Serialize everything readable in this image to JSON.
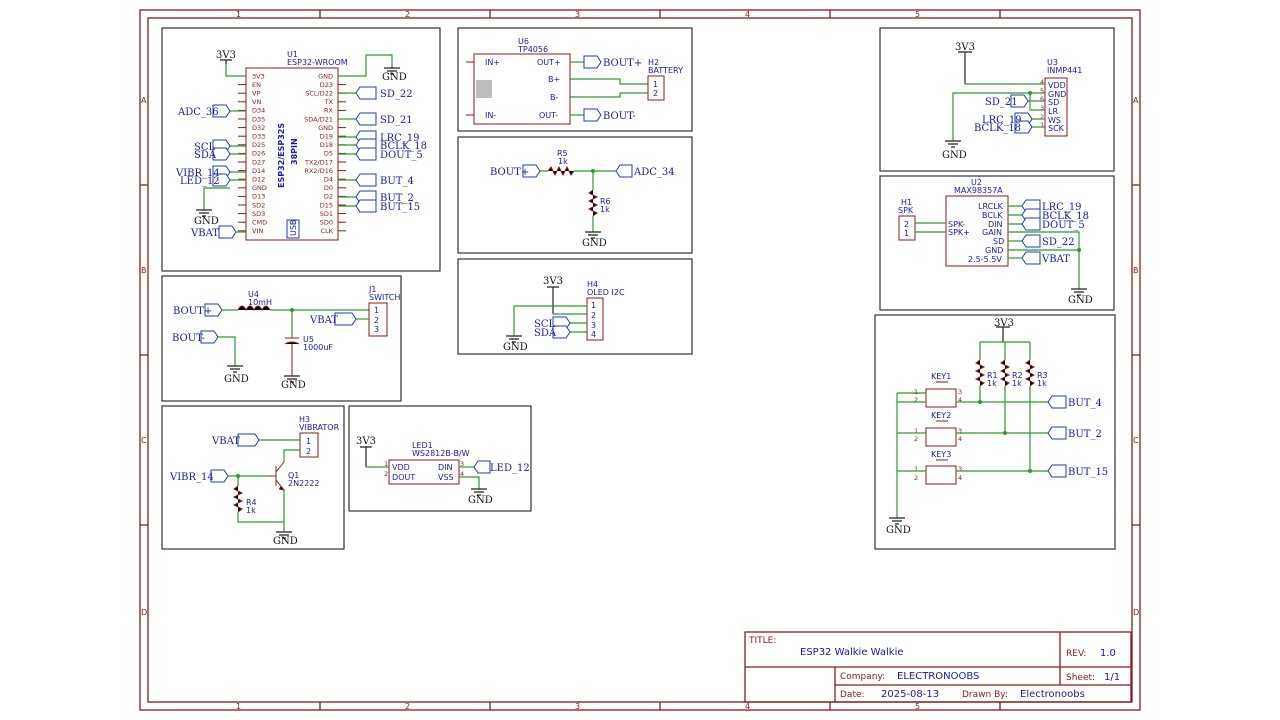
{
  "grid": {
    "columns": [
      "1",
      "2",
      "3",
      "4",
      "5"
    ],
    "rows": [
      "A",
      "B",
      "C",
      "D"
    ]
  },
  "title_block": {
    "title_label": "TITLE:",
    "title": "ESP32 Walkie Walkie",
    "rev_label": "REV:",
    "rev": "1.0",
    "company_label": "Company:",
    "company": "ELECTRONOOBS",
    "sheet_label": "Sheet:",
    "sheet": "1/1",
    "date_label": "Date:",
    "date": "2025-08-13",
    "drawn_label": "Drawn By:",
    "drawn_by": "Electronoobs"
  },
  "u1": {
    "ref": "U1",
    "value": "ESP32-WROOM",
    "body_text_1": "ESP32/ESP32S",
    "body_text_2": "38PIN",
    "usb": "USB",
    "left_pins": [
      "3V3",
      "EN",
      "VP",
      "VN",
      "D34",
      "D35",
      "D32",
      "D33",
      "D25",
      "D26",
      "D27",
      "D14",
      "D12",
      "GND",
      "D13",
      "SD2",
      "SD3",
      "CMD",
      "VIN"
    ],
    "right_pins": [
      "GND",
      "D23",
      "SCL/D22",
      "TX",
      "RX",
      "SDA/D21",
      "GND",
      "D19",
      "D18",
      "D5",
      "TX2/D17",
      "RX2/D16",
      "D4",
      "D0",
      "D2",
      "D15",
      "SD1",
      "SD0",
      "CLK"
    ],
    "power": "3V3",
    "gnd": "GND",
    "nets_left": [
      "ADC_36",
      "SCL",
      "SDA",
      "VIBR_14",
      "LED_12",
      "VBAT"
    ],
    "gnd2": "GND",
    "nets_right": [
      "SD_22",
      "SD_21",
      "LRC_19",
      "BCLK_18",
      "DOUT_5",
      "BUT_4",
      "BUT_2",
      "BUT_15"
    ]
  },
  "u6": {
    "ref": "U6",
    "value": "TP4056",
    "pins": [
      "IN+",
      "IN-",
      "OUT+",
      "B+",
      "B-",
      "OUT-"
    ],
    "net_boutp": "BOUT+",
    "net_boutm": "BOUT-",
    "bat_ref": "H2",
    "bat_value": "BATTERY",
    "bat_pins": [
      "1",
      "2"
    ]
  },
  "divider": {
    "net_in": "BOUT+",
    "net_out": "ADC_34",
    "r5": "R5",
    "r5v": "1k",
    "r6": "R6",
    "r6v": "1k",
    "gnd": "GND"
  },
  "oled": {
    "ref": "H4",
    "value": "OLED I2C",
    "pins": [
      "1",
      "2",
      "3",
      "4"
    ],
    "power": "3V3",
    "gnd": "GND",
    "nets": [
      "SCL",
      "SDA"
    ]
  },
  "power": {
    "net_boutp": "BOUT+",
    "net_boutm": "BOUT-",
    "l_ref": "U4",
    "l_val": "10mH",
    "c_ref": "U5",
    "c_val": "1000uF",
    "sw_ref": "J1",
    "sw_val": "SWITCH",
    "sw_pins": [
      "1",
      "2",
      "3"
    ],
    "net_vbat": "VBAT",
    "gnd1": "GND",
    "gnd2": "GND"
  },
  "vib": {
    "ref": "H3",
    "value": "VIBRATOR",
    "pins": [
      "1",
      "2"
    ],
    "net_vbat": "VBAT",
    "net_in": "VIBR_14",
    "q_ref": "Q1",
    "q_val": "2N2222",
    "r_ref": "R4",
    "r_val": "1k",
    "gnd": "GND"
  },
  "led": {
    "ref": "LED1",
    "value": "WS2812B-B/W",
    "pins": [
      "VDD",
      "DOUT",
      "DIN",
      "VSS"
    ],
    "pin_nums": [
      "1",
      "2",
      "3",
      "4"
    ],
    "power": "3V3",
    "net_in": "LED_12",
    "gnd": "GND"
  },
  "mic": {
    "ref": "U3",
    "value": "INMP441",
    "pins": [
      "VDD",
      "GND",
      "SD",
      "LR",
      "WS",
      "SCK"
    ],
    "pin_nums": [
      "4",
      "5",
      "6",
      "3",
      "2",
      "1"
    ],
    "power": "3V3",
    "gnd": "GND",
    "nets": [
      "SD_21",
      "LRC_19",
      "BCLK_18"
    ]
  },
  "amp": {
    "ref": "U2",
    "value": "MAX98357A",
    "pins": [
      "LRCLK",
      "BCLK",
      "DIN",
      "GAIN",
      "SD",
      "GND",
      "2.5-5.5V"
    ],
    "spk_ref": "H1",
    "spk_val": "SPK",
    "spk_pins": [
      "SPK-",
      "SPK+"
    ],
    "spk_nums": [
      "2",
      "1"
    ],
    "nets": [
      "LRC_19",
      "BCLK_18",
      "DOUT_5",
      "SD_22",
      "VBAT"
    ],
    "gnd": "GND"
  },
  "keys": {
    "power": "3V3",
    "gnd": "GND",
    "resistors": [
      {
        "ref": "R1",
        "val": "1k"
      },
      {
        "ref": "R2",
        "val": "1k"
      },
      {
        "ref": "R3",
        "val": "1k"
      }
    ],
    "buttons": [
      {
        "ref": "KEY1",
        "net": "BUT_4"
      },
      {
        "ref": "KEY2",
        "net": "BUT_2"
      },
      {
        "ref": "KEY3",
        "net": "BUT_15"
      }
    ],
    "pin_nums": [
      "1",
      "2",
      "3",
      "4"
    ]
  }
}
